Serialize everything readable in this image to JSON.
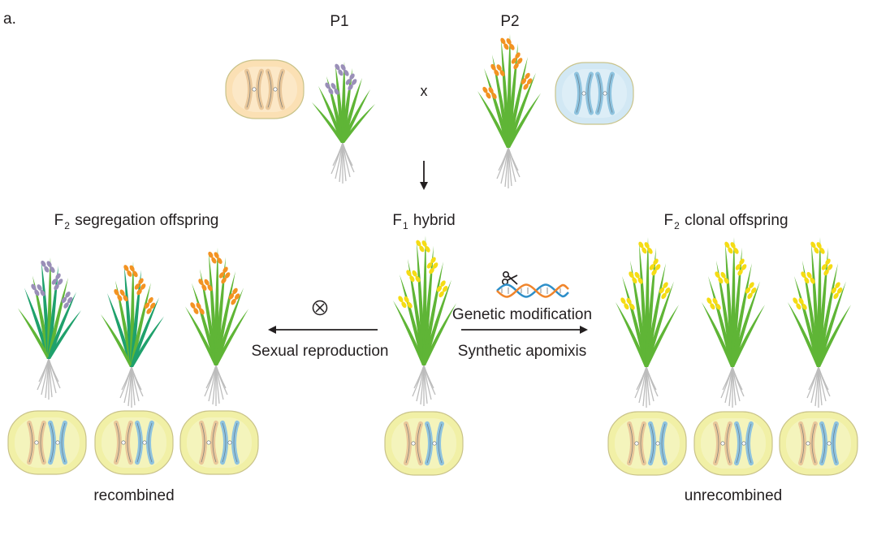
{
  "panel_label": "a.",
  "parents": {
    "p1": "P1",
    "p2": "P2",
    "cross": "x"
  },
  "f1": {
    "prefix": "F",
    "sub": "1",
    "suffix": "hybrid"
  },
  "f2_segregation": {
    "prefix": "F",
    "sub": "2",
    "suffix": "segregation offspring"
  },
  "f2_clonal": {
    "prefix": "F",
    "sub": "2",
    "suffix": "clonal offspring"
  },
  "selfing_symbol": "⊗",
  "left_arrow_label": "Sexual reproduction",
  "right_arrow_labels": {
    "top": "Genetic modification",
    "bottom": "Synthetic apomixis"
  },
  "outcomes": {
    "left": "recombined",
    "right": "unrecombined"
  },
  "icons": {
    "scissors": "scissors-icon",
    "dna": "dna-helix-icon",
    "selfing": "selfing-symbol-icon"
  },
  "colors": {
    "p1_cell": "#fbe0b4",
    "p2_cell": "#d2e8f4",
    "hybrid_cell": "#f1f0a6",
    "orange_chromosome": "#e9c79a",
    "blue_chromosome": "#8ec3df",
    "grain_orange": "#f39322",
    "grain_yellow": "#f5dc14",
    "grain_purple": "#9a8fb8",
    "leaf_green": "#5fb536",
    "leaf_dark_green": "#1fa16c",
    "root_gray": "#bdbdbd",
    "dna_blue": "#2e8fc9",
    "dna_orange": "#f0852c"
  }
}
